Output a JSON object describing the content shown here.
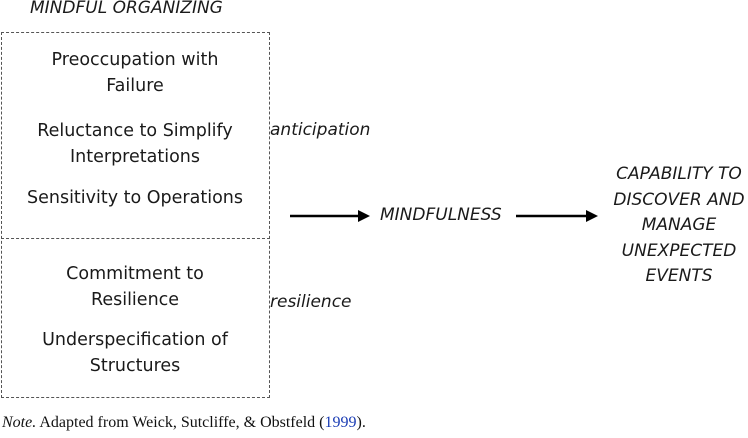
{
  "title": "MINDFUL ORGANIZING",
  "upper_items": [
    "Preoccupation with Failure",
    "Reluctance to Simplify Interpretations",
    "Sensitivity to Operations"
  ],
  "lower_items": [
    "Commitment to Resilience",
    "Underspecification of Structures"
  ],
  "side_labels": {
    "upper": "anticipation",
    "lower": "resilience"
  },
  "center_label": "MINDFULNESS",
  "outcome_lines": [
    "CAPABILITY TO",
    "DISCOVER AND",
    "MANAGE",
    "UNEXPECTED",
    "EVENTS"
  ],
  "note": {
    "prefix": "Note.",
    "text": " Adapted from Weick, Sutcliffe, & Obstfeld (",
    "year": "1999",
    "suffix": ")."
  },
  "colors": {
    "link": "#1a3cb4",
    "border": "#555555"
  }
}
